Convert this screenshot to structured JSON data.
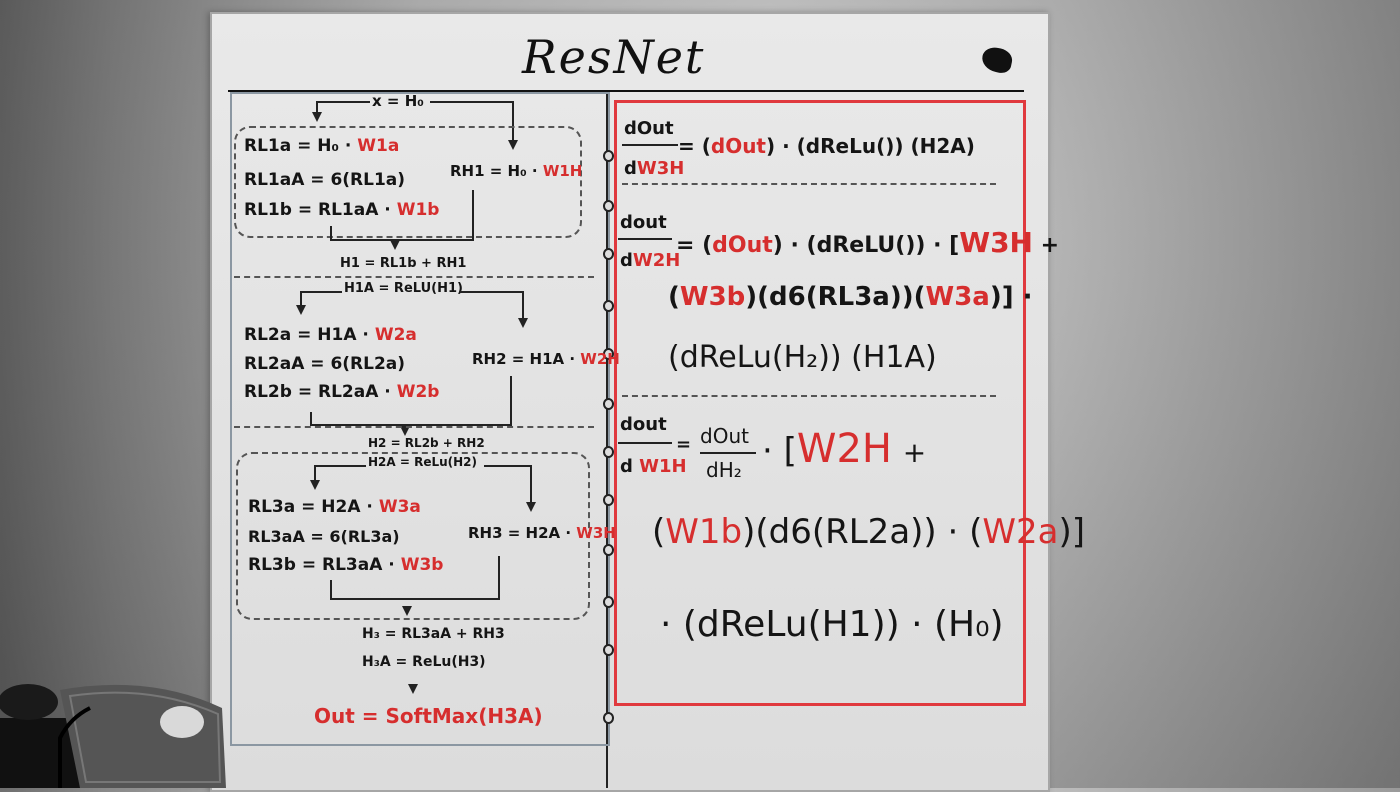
{
  "title": "ResNet",
  "left": {
    "x": "x = H₀",
    "block1": [
      "RL1a = H₀ · ",
      "RL1aA = 6(RL1a)",
      "RL1b = RL1aA · "
    ],
    "block1_red": [
      "W1a",
      "W1b"
    ],
    "rh1": "RH1 = H₀ · ",
    "rh1_red": "W1H",
    "h1": "H1 = RL1b + RH1",
    "h1a": "H1A = ReLU(H1)",
    "block2": [
      "RL2a = H1A · ",
      "RL2aA = 6(RL2a)",
      "RL2b = RL2aA · "
    ],
    "block2_red": [
      "W2a",
      "W2b"
    ],
    "rh2": "RH2 = H1A · ",
    "rh2_red": "W2H",
    "h2": "H2 = RL2b + RH2",
    "h2a": "H2A = ReLu(H2)",
    "block3": [
      "RL3a = H2A · ",
      "RL3aA = 6(RL3a)",
      "RL3b = RL3aA · "
    ],
    "block3_red": [
      "W3a",
      "W3b"
    ],
    "rh3": "RH3 = H2A · ",
    "rh3_red": "W3H",
    "h3": "H₃ = RL3aA + RH3",
    "h3a": "H₃A = ReLu(H3)",
    "out": "Out = SoftMax(H3A)"
  },
  "right": {
    "eq1_num": "dOut",
    "eq1_den_d": "d",
    "eq1_den_red": "W3H",
    "eq1_eq": "= (",
    "eq1_red": "dOut",
    "eq1_rest": ") · (dReLu()) (H2A)",
    "eq2_num": "dout",
    "eq2_den_d": "d",
    "eq2_den_red": "W2H",
    "eq2_eq": "= (",
    "eq2_red1": "dOut",
    "eq2_mid": ") · (dReLU()) · [",
    "eq2_red2": "W3H",
    "eq2_plus": "+",
    "eq2_l2_open": "(",
    "eq2_l2_red1": "W3b",
    "eq2_l2_mid": ")(d6(RL3a))(",
    "eq2_l2_red2": "W3a",
    "eq2_l2_close": ")] ·",
    "eq2_l3": "(dReLu(H₂)) (H1A)",
    "eq3_num": "dout",
    "eq3_den_d": "d",
    "eq3_den_red": "W1H",
    "eq3_eq": "=",
    "eq3_num2": "dOut",
    "eq3_den2": "dH₂",
    "eq3_bracket": "· [",
    "eq3_red": "W2H",
    "eq3_plus": "+",
    "eq3_l2_open": "(",
    "eq3_l2_red1": "W1b",
    "eq3_l2_mid": ")(d6(RL2a)) · (",
    "eq3_l2_red2": "W2a",
    "eq3_l2_close": ")]",
    "eq3_l3": "· (dReLu(H1)) · (H₀)"
  },
  "colors": {
    "red_ink": "#d62e2e",
    "black_ink": "#151515",
    "frame_red": "#e0393e"
  }
}
